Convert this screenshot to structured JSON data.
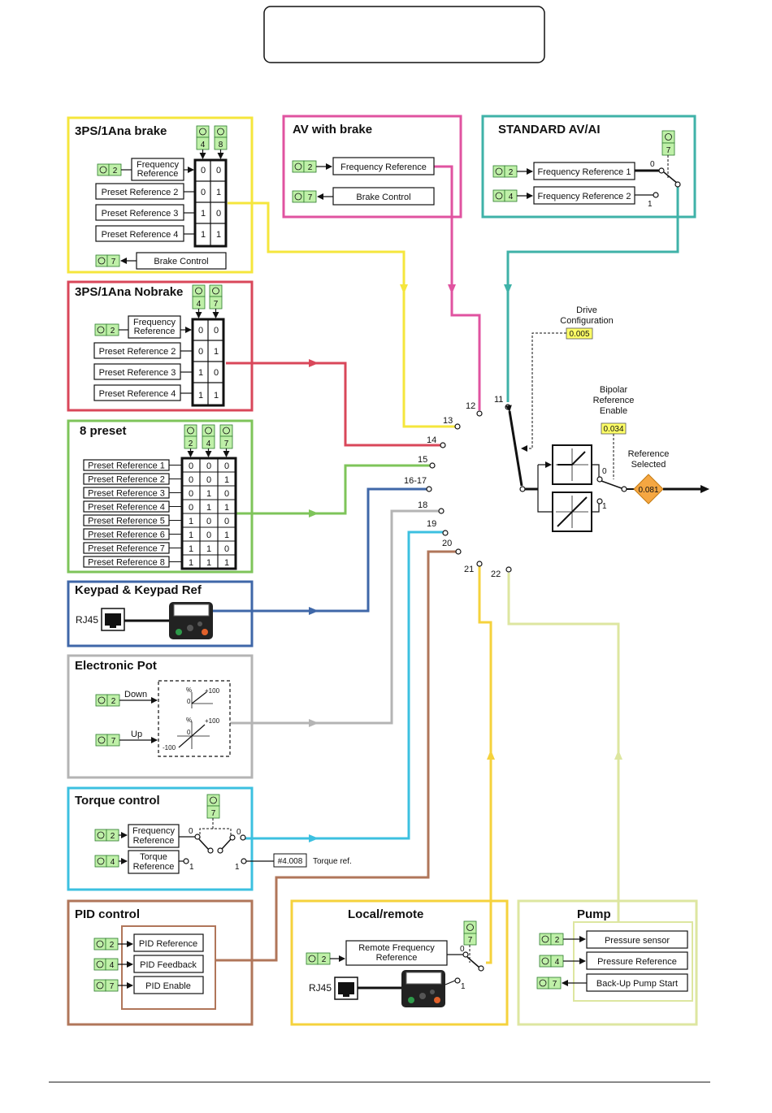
{
  "title_box": "",
  "colors": {
    "brake": "#f5e63c",
    "nobrake": "#d9475a",
    "preset8": "#7ec45a",
    "keypad": "#3f67a8",
    "epot": "#b4b4b4",
    "torque": "#3cc0e0",
    "pid": "#b0765a",
    "avbrake": "#e053a0",
    "standard": "#3fb2a8",
    "local": "#f5d23c",
    "pump": "#dde6a0",
    "param": "#ffff66",
    "terminal": "#bff0a8"
  },
  "panels": {
    "brake": {
      "title": "3PS/1Ana brake",
      "t_in": "2",
      "t_a": "4",
      "t_b": "8",
      "t_out": "7",
      "rows": [
        {
          "label": "Frequency Reference",
          "a": "0",
          "b": "0"
        },
        {
          "label": "Preset Reference 2",
          "a": "0",
          "b": "1"
        },
        {
          "label": "Preset Reference 3",
          "a": "1",
          "b": "0"
        },
        {
          "label": "Preset Reference 4",
          "a": "1",
          "b": "1"
        }
      ],
      "out_label": "Brake Control"
    },
    "avbrake": {
      "title": "AV with brake",
      "t_in": "2",
      "t_out": "7",
      "in_label": "Frequency Reference",
      "out_label": "Brake Control"
    },
    "standard": {
      "title": "STANDARD AV/AI",
      "t_sel": "7",
      "t1": "2",
      "t2": "4",
      "ref1": "Frequency Reference 1",
      "ref2": "Frequency Reference 2",
      "pos0": "0",
      "pos1": "1"
    },
    "nobrake": {
      "title": "3PS/1Ana Nobrake",
      "t_in": "2",
      "t_a": "4",
      "t_b": "7",
      "rows": [
        {
          "label": "Frequency Reference",
          "a": "0",
          "b": "0"
        },
        {
          "label": "Preset Reference 2",
          "a": "0",
          "b": "1"
        },
        {
          "label": "Preset Reference 3",
          "a": "1",
          "b": "0"
        },
        {
          "label": "Preset Reference 4",
          "a": "1",
          "b": "1"
        }
      ]
    },
    "preset8": {
      "title": "8 preset",
      "t_a": "2",
      "t_b": "4",
      "t_c": "7",
      "rows": [
        {
          "label": "Preset Reference 1",
          "bits": [
            "0",
            "0",
            "0"
          ]
        },
        {
          "label": "Preset Reference 2",
          "bits": [
            "0",
            "0",
            "1"
          ]
        },
        {
          "label": "Preset Reference 3",
          "bits": [
            "0",
            "1",
            "0"
          ]
        },
        {
          "label": "Preset Reference 4",
          "bits": [
            "0",
            "1",
            "1"
          ]
        },
        {
          "label": "Preset Reference 5",
          "bits": [
            "1",
            "0",
            "0"
          ]
        },
        {
          "label": "Preset Reference 6",
          "bits": [
            "1",
            "0",
            "1"
          ]
        },
        {
          "label": "Preset Reference 7",
          "bits": [
            "1",
            "1",
            "0"
          ]
        },
        {
          "label": "Preset Reference 8",
          "bits": [
            "1",
            "1",
            "1"
          ]
        }
      ]
    },
    "keypad": {
      "title": "Keypad & Keypad Ref",
      "port": "RJ45"
    },
    "epot": {
      "title": "Electronic Pot",
      "t_down": "2",
      "t_up": "7",
      "down": "Down",
      "up": "Up",
      "p100": "+100",
      "m100": "-100",
      "pct": "%",
      "zero": "0"
    },
    "torque": {
      "title": "Torque control",
      "t_sel": "7",
      "t1": "2",
      "t2": "4",
      "ref1": "Frequency Reference",
      "ref2": "Torque Reference",
      "pos0": "0",
      "pos1": "1",
      "param": "#4.008",
      "param_label": "Torque ref."
    },
    "pid": {
      "title": "PID control",
      "t1": "2",
      "t2": "4",
      "t3": "7",
      "l1": "PID Reference",
      "l2": "PID Feedback",
      "l3": "PID Enable"
    },
    "local": {
      "title": "Local/remote",
      "t_sel": "7",
      "t_in": "2",
      "ref": "Remote Frequency Reference",
      "port": "RJ45",
      "pos0": "0",
      "pos1": "1"
    },
    "pump": {
      "title": "Pump",
      "t1": "2",
      "t2": "4",
      "t3": "7",
      "l1": "Pressure sensor",
      "l2": "Pressure Reference",
      "l3": "Back-Up Pump Start"
    }
  },
  "selector": {
    "positions": [
      "12",
      "11",
      "13",
      "14",
      "15",
      "16-17",
      "18",
      "19",
      "20",
      "21",
      "22"
    ],
    "drive_config_label": "Drive Configuration",
    "drive_config_param": "0.005",
    "bipolar_label": "Bipolar Reference Enable",
    "bipolar_param": "0.034",
    "bipolar_0": "0",
    "bipolar_1": "1",
    "ref_selected_label": "Reference Selected",
    "ref_selected_param": "0.081"
  }
}
